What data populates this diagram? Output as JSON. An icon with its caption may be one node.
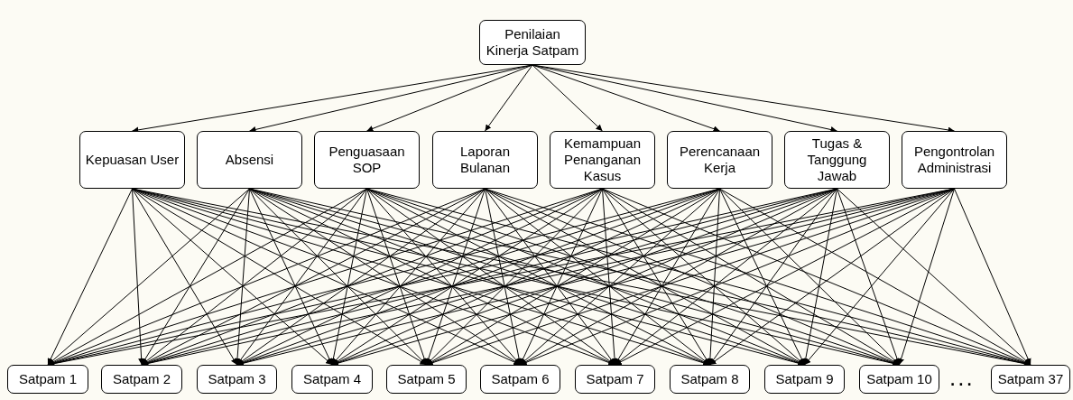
{
  "diagram": {
    "nodes": [
      {
        "text": [
          "Penilaian Kinerja Satpam"
        ]
      },
      {
        "text": [
          "Kepuasan User"
        ]
      },
      {
        "text": [
          "Absensi"
        ]
      },
      {
        "text": [
          "Penguasaan SOP"
        ]
      },
      {
        "text": [
          "Laporan Bulanan"
        ]
      },
      {
        "text": [
          "Kemampuan Penanganan Kasus"
        ]
      },
      {
        "text": [
          "Perencanaan Kerja"
        ]
      },
      {
        "text": [
          "Tugas & Tanggung Jawab"
        ]
      },
      {
        "text": [
          "Pengontrolan Administrasi"
        ]
      },
      {
        "text": [
          "Satpam 1"
        ]
      },
      {
        "text": [
          "Satpam 2"
        ]
      },
      {
        "text": [
          "Satpam 3"
        ]
      },
      {
        "text": [
          "Satpam 4"
        ]
      },
      {
        "text": [
          "Satpam 5"
        ]
      },
      {
        "text": [
          "Satpam 6"
        ]
      },
      {
        "text": [
          "Satpam 7"
        ]
      },
      {
        "text": [
          "Satpam 8"
        ]
      },
      {
        "text": [
          "Satpam 9"
        ]
      },
      {
        "text": [
          "Satpam 10"
        ]
      },
      {
        "text": [
          "Satpam 37"
        ]
      }
    ],
    "edges": [
      {
        "from": 0,
        "to": 1,
        "arrow": "to"
      },
      {
        "from": 0,
        "to": 2,
        "arrow": "to"
      },
      {
        "from": 0,
        "to": 3,
        "arrow": "to"
      },
      {
        "from": 0,
        "to": 4,
        "arrow": "to"
      },
      {
        "from": 0,
        "to": 5,
        "arrow": "to"
      },
      {
        "from": 0,
        "to": 6,
        "arrow": "to"
      },
      {
        "from": 0,
        "to": 7,
        "arrow": "to"
      },
      {
        "from": 0,
        "to": 8,
        "arrow": "to"
      },
      {
        "from": 1,
        "to": 9,
        "arrow": "to"
      },
      {
        "from": 1,
        "to": 10,
        "arrow": "to"
      },
      {
        "from": 1,
        "to": 11,
        "arrow": "to"
      },
      {
        "from": 1,
        "to": 12,
        "arrow": "to"
      },
      {
        "from": 1,
        "to": 13,
        "arrow": "to"
      },
      {
        "from": 1,
        "to": 14,
        "arrow": "to"
      },
      {
        "from": 1,
        "to": 15,
        "arrow": "to"
      },
      {
        "from": 1,
        "to": 16,
        "arrow": "to"
      },
      {
        "from": 1,
        "to": 17,
        "arrow": "to"
      },
      {
        "from": 1,
        "to": 18,
        "arrow": "to"
      },
      {
        "from": 1,
        "to": 19,
        "arrow": "to"
      },
      {
        "from": 2,
        "to": 9,
        "arrow": "to"
      },
      {
        "from": 2,
        "to": 10,
        "arrow": "to"
      },
      {
        "from": 2,
        "to": 11,
        "arrow": "to"
      },
      {
        "from": 2,
        "to": 12,
        "arrow": "to"
      },
      {
        "from": 2,
        "to": 13,
        "arrow": "to"
      },
      {
        "from": 2,
        "to": 14,
        "arrow": "to"
      },
      {
        "from": 2,
        "to": 15,
        "arrow": "to"
      },
      {
        "from": 2,
        "to": 16,
        "arrow": "to"
      },
      {
        "from": 2,
        "to": 17,
        "arrow": "to"
      },
      {
        "from": 2,
        "to": 18,
        "arrow": "to"
      },
      {
        "from": 2,
        "to": 19,
        "arrow": "to"
      },
      {
        "from": 3,
        "to": 9,
        "arrow": "to"
      },
      {
        "from": 3,
        "to": 10,
        "arrow": "to"
      },
      {
        "from": 3,
        "to": 11,
        "arrow": "to"
      },
      {
        "from": 3,
        "to": 12,
        "arrow": "to"
      },
      {
        "from": 3,
        "to": 13,
        "arrow": "to"
      },
      {
        "from": 3,
        "to": 14,
        "arrow": "to"
      },
      {
        "from": 3,
        "to": 15,
        "arrow": "to"
      },
      {
        "from": 3,
        "to": 16,
        "arrow": "to"
      },
      {
        "from": 3,
        "to": 17,
        "arrow": "to"
      },
      {
        "from": 3,
        "to": 18,
        "arrow": "to"
      },
      {
        "from": 3,
        "to": 19,
        "arrow": "to"
      },
      {
        "from": 4,
        "to": 9,
        "arrow": "to"
      },
      {
        "from": 4,
        "to": 10,
        "arrow": "to"
      },
      {
        "from": 4,
        "to": 11,
        "arrow": "to"
      },
      {
        "from": 4,
        "to": 12,
        "arrow": "to"
      },
      {
        "from": 4,
        "to": 13,
        "arrow": "to"
      },
      {
        "from": 4,
        "to": 14,
        "arrow": "to"
      },
      {
        "from": 4,
        "to": 15,
        "arrow": "to"
      },
      {
        "from": 4,
        "to": 16,
        "arrow": "to"
      },
      {
        "from": 4,
        "to": 17,
        "arrow": "to"
      },
      {
        "from": 4,
        "to": 18,
        "arrow": "to"
      },
      {
        "from": 4,
        "to": 19,
        "arrow": "to"
      },
      {
        "from": 5,
        "to": 9,
        "arrow": "to"
      },
      {
        "from": 5,
        "to": 10,
        "arrow": "to"
      },
      {
        "from": 5,
        "to": 11,
        "arrow": "to"
      },
      {
        "from": 5,
        "to": 12,
        "arrow": "to"
      },
      {
        "from": 5,
        "to": 13,
        "arrow": "to"
      },
      {
        "from": 5,
        "to": 14,
        "arrow": "to"
      },
      {
        "from": 5,
        "to": 15,
        "arrow": "to"
      },
      {
        "from": 5,
        "to": 16,
        "arrow": "to"
      },
      {
        "from": 5,
        "to": 17,
        "arrow": "to"
      },
      {
        "from": 5,
        "to": 18,
        "arrow": "to"
      },
      {
        "from": 5,
        "to": 19,
        "arrow": "to"
      },
      {
        "from": 6,
        "to": 9,
        "arrow": "to"
      },
      {
        "from": 6,
        "to": 10,
        "arrow": "to"
      },
      {
        "from": 6,
        "to": 11,
        "arrow": "to"
      },
      {
        "from": 6,
        "to": 12,
        "arrow": "to"
      },
      {
        "from": 6,
        "to": 13,
        "arrow": "to"
      },
      {
        "from": 6,
        "to": 14,
        "arrow": "to"
      },
      {
        "from": 6,
        "to": 15,
        "arrow": "to"
      },
      {
        "from": 6,
        "to": 16,
        "arrow": "to"
      },
      {
        "from": 6,
        "to": 17,
        "arrow": "to"
      },
      {
        "from": 6,
        "to": 18,
        "arrow": "to"
      },
      {
        "from": 6,
        "to": 19,
        "arrow": "to"
      },
      {
        "from": 7,
        "to": 9,
        "arrow": "to"
      },
      {
        "from": 7,
        "to": 10,
        "arrow": "to"
      },
      {
        "from": 7,
        "to": 11,
        "arrow": "to"
      },
      {
        "from": 7,
        "to": 12,
        "arrow": "to"
      },
      {
        "from": 7,
        "to": 13,
        "arrow": "to"
      },
      {
        "from": 7,
        "to": 14,
        "arrow": "to"
      },
      {
        "from": 7,
        "to": 15,
        "arrow": "to"
      },
      {
        "from": 7,
        "to": 16,
        "arrow": "to"
      },
      {
        "from": 7,
        "to": 17,
        "arrow": "to"
      },
      {
        "from": 7,
        "to": 18,
        "arrow": "to"
      },
      {
        "from": 7,
        "to": 19,
        "arrow": "to"
      },
      {
        "from": 8,
        "to": 9,
        "arrow": "to"
      },
      {
        "from": 8,
        "to": 10,
        "arrow": "to"
      },
      {
        "from": 8,
        "to": 11,
        "arrow": "to"
      },
      {
        "from": 8,
        "to": 12,
        "arrow": "to"
      },
      {
        "from": 8,
        "to": 13,
        "arrow": "to"
      },
      {
        "from": 8,
        "to": 14,
        "arrow": "to"
      },
      {
        "from": 8,
        "to": 15,
        "arrow": "to"
      },
      {
        "from": 8,
        "to": 16,
        "arrow": "to"
      },
      {
        "from": 8,
        "to": 17,
        "arrow": "to"
      },
      {
        "from": 8,
        "to": 18,
        "arrow": "to"
      },
      {
        "from": 8,
        "to": 19,
        "arrow": "to"
      }
    ],
    "labels": [
      "..."
    ]
  }
}
